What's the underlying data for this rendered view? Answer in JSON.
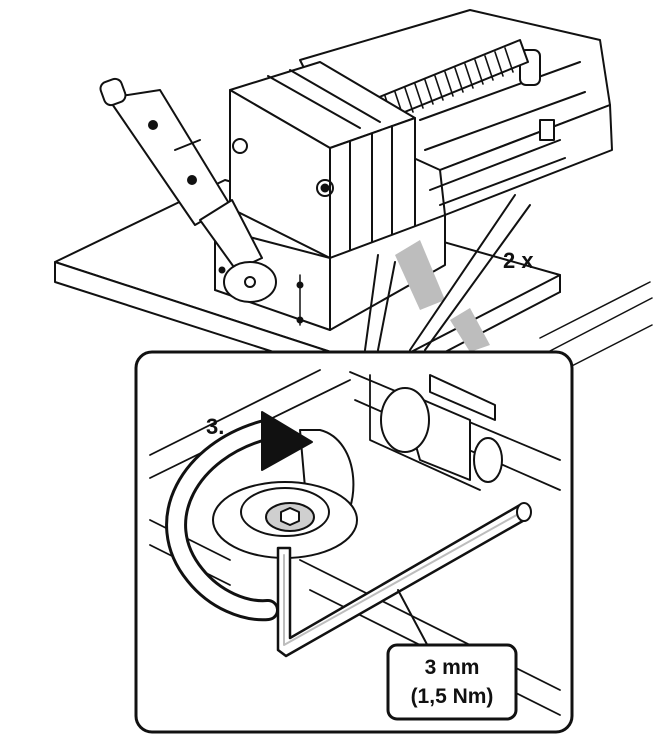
{
  "labels": {
    "quantity": "2 x",
    "step": "3.",
    "tool_size": "3 mm",
    "torque": "(1,5 Nm)"
  },
  "colors": {
    "line": "#111111",
    "shade": "#bdbdbd",
    "background": "#ffffff"
  },
  "icons": {
    "rotation": "clockwise-arrow-icon",
    "fastener": "hex-socket-screw-icon",
    "tool": "allen-key-icon"
  }
}
